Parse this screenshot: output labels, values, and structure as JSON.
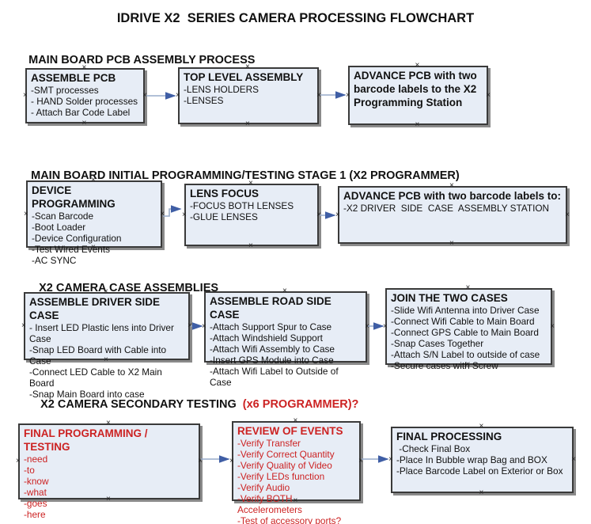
{
  "title": "IDRIVE X2  SERIES CAMERA PROCESSING FLOWCHART",
  "colors": {
    "box_fill": "#e7edf6",
    "box_border": "#3a3a3a",
    "box_shadow": "#8a8a8a",
    "red_text": "#cc2222",
    "arrow_line": "#97abca",
    "arrow_head": "#3f5ea5",
    "text": "#111111"
  },
  "sections": [
    {
      "heading": "MAIN BOARD PCB ASSEMBLY PROCESS",
      "boxes": [
        {
          "title": "ASSEMBLE PCB",
          "items": [
            "-SMT processes",
            "- HAND Solder processes",
            "- Attach Bar Code Label"
          ]
        },
        {
          "title": "TOP LEVEL ASSEMBLY",
          "items": [
            "-LENS HOLDERS",
            "-LENSES"
          ]
        },
        {
          "title": "ADVANCE PCB with two barcode labels to the X2 Programming Station",
          "items": []
        }
      ]
    },
    {
      "heading": "MAIN BOARD INITIAL PROGRAMMING/TESTING STAGE 1 (X2 PROGRAMMER)",
      "boxes": [
        {
          "title": "DEVICE PROGRAMMING",
          "items": [
            "-Scan Barcode",
            "-Boot Loader",
            "-Device Configuration",
            "-Test Wired Events",
            "-AC SYNC"
          ]
        },
        {
          "title": "LENS FOCUS",
          "items": [
            "-FOCUS BOTH LENSES",
            "-GLUE LENSES"
          ]
        },
        {
          "title": "ADVANCE PCB with two barcode labels to:",
          "items": [
            "-X2 DRIVER  SIDE  CASE  ASSEMBLY STATION"
          ]
        }
      ]
    },
    {
      "heading": "X2 CAMERA CASE ASSEMBLIES",
      "boxes": [
        {
          "title": "ASSEMBLE DRIVER SIDE CASE",
          "items": [
            "- Insert LED Plastic lens into Driver Case",
            "-Snap LED Board with Cable into Case",
            "-Connect LED Cable to X2 Main Board",
            "-Snap Main Board into case"
          ]
        },
        {
          "title": "ASSEMBLE ROAD SIDE CASE",
          "items": [
            "-Attach Support Spur to Case",
            "-Attach Windshield Support",
            "-Attach Wifi Assembly to Case",
            "-Insert GPS Module into Case",
            "-Attach Wifi Label to Outside of Case"
          ]
        },
        {
          "title": "JOIN THE TWO CASES",
          "items": [
            "-Slide Wifi Antenna into Driver Case",
            "-Connect Wifi Cable to Main Board",
            "-Connect GPS Cable to Main Board",
            "-Snap Cases Together",
            "-Attach S/N Label to outside of case",
            "-Secure cases with Screw"
          ]
        }
      ]
    },
    {
      "heading": "X2 CAMERA SECONDARY TESTING ",
      "heading_red": " (x6 PROGRAMMER)?",
      "boxes": [
        {
          "title": "FINAL PROGRAMMING / TESTING",
          "items": [
            "-need",
            "-to",
            "-know",
            "-what",
            "-goes",
            "-here"
          ]
        },
        {
          "title": "REVIEW OF EVENTS",
          "items": [
            "-Verify Transfer",
            "-Verify Correct Quantity",
            "-Verify Quality of Video",
            "-Verify LEDs function",
            "-Verify Audio",
            "-Verify BOTH Accelerometers",
            "-Test of accessory ports?"
          ]
        },
        {
          "title": "FINAL PROCESSING",
          "items": [
            " -Check Final Box",
            "-Place In Bubble wrap Bag and BOX",
            "-Place Barcode Label on Exterior or Box"
          ]
        }
      ]
    }
  ]
}
